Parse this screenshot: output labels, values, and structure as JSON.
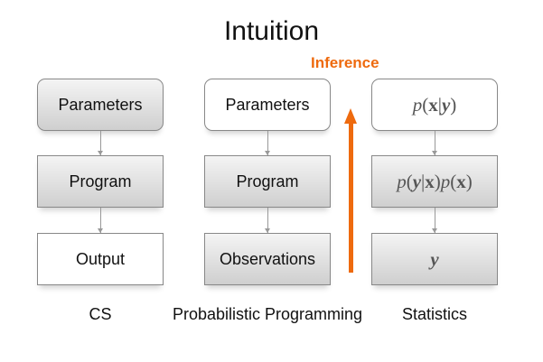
{
  "title": "Intuition",
  "inference_label": "Inference",
  "columns": [
    {
      "label": "CS",
      "boxes": [
        "Parameters",
        "Program",
        "Output"
      ]
    },
    {
      "label": "Probabilistic Programming",
      "boxes": [
        "Parameters",
        "Program",
        "Observations"
      ]
    },
    {
      "label": "Statistics",
      "boxes": [
        "p(x|y)",
        "p(y|x)p(x)",
        "y"
      ]
    }
  ],
  "colors": {
    "accent": "#ee6a0e"
  }
}
